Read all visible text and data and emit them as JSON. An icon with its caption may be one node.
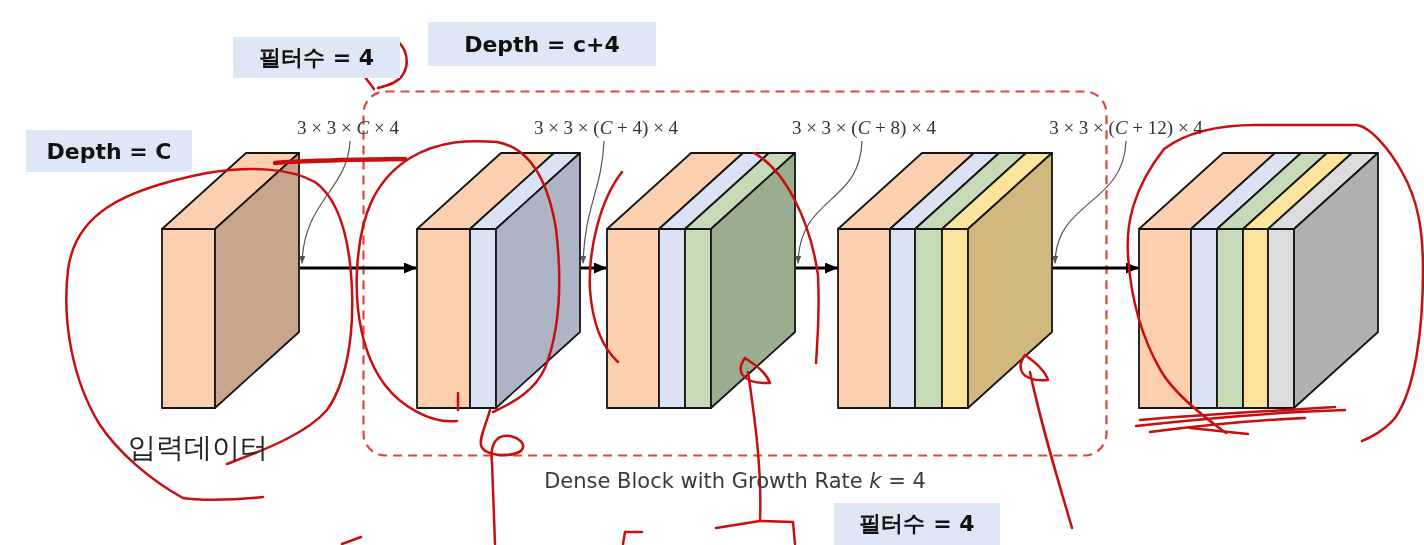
{
  "diagram": {
    "nodes": [
      {
        "text": [
          "필터수 = 4"
        ]
      },
      {
        "text": [
          "Depth = c+4"
        ]
      },
      {
        "text": [
          "Depth = C"
        ]
      },
      {
        "text": [],
        "shape": "box",
        "beside": [
          "입력데이터"
        ]
      },
      {
        "text": [
          "3 × 3 × *C* × 4"
        ]
      },
      {
        "text": [
          "Dense Block with Growth Rate *k* = 4"
        ]
      },
      {
        "text": [
          "3 × 3 × (*C* + 4) × 4"
        ],
        "in": 5
      },
      {
        "text": [
          "3 × 3 × (*C* + 8) × 4"
        ],
        "in": 5
      },
      {
        "text": [],
        "shape": "box",
        "in": 5
      },
      {
        "text": [],
        "shape": "box",
        "in": 5
      },
      {
        "text": [],
        "shape": "box",
        "in": 5
      },
      {
        "text": [
          "3 × 3 × (*C* + 12) × 4"
        ]
      },
      {
        "text": [],
        "shape": "box"
      },
      {
        "text": [
          "필터수 = 4"
        ]
      }
    ],
    "edges": [
      {
        "from": 3,
        "to": 8,
        "arrow": "to"
      },
      {
        "from": 8,
        "to": 9,
        "arrow": "to"
      },
      {
        "from": 9,
        "to": 10,
        "arrow": "to"
      },
      {
        "from": 10,
        "to": 12,
        "arrow": "to"
      },
      {
        "from": 4,
        "to": 3,
        "arrow": "to"
      },
      {
        "from": 6,
        "to": 8,
        "arrow": "to"
      },
      {
        "from": 7,
        "to": 9,
        "arrow": "to"
      },
      {
        "from": 11,
        "to": 10,
        "arrow": "to"
      }
    ]
  }
}
